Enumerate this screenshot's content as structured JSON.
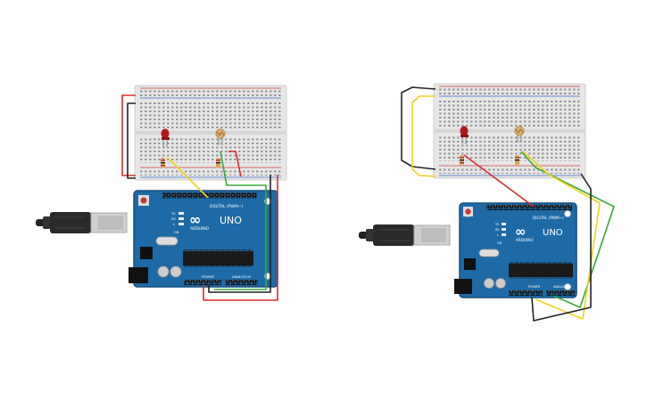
{
  "circuits": [
    {
      "board": {
        "logo": "∞",
        "model": "UNO",
        "brand": "ARDUINO",
        "digital_label": "DIGITAL (PWM~)",
        "power_label": "POWER",
        "analog_label": "ANALOG IN",
        "tx_label": "TX",
        "rx_label": "RX",
        "l_label": "L",
        "on_label": "ON"
      }
    },
    {
      "board": {
        "logo": "∞",
        "model": "UNO",
        "brand": "ARDUINO",
        "digital_label": "DIGITAL (PWM~)",
        "power_label": "POWER",
        "analog_label": "ANALOG IN",
        "tx_label": "TX",
        "rx_label": "RX",
        "l_label": "L",
        "on_label": "ON"
      }
    }
  ],
  "colors": {
    "board_blue": "#1e6aa6",
    "board_dark": "#164f7e",
    "breadboard": "#e9e9e9",
    "rail_red": "#d23c3c",
    "rail_blue": "#3c6ad2",
    "wire_red": "#d62d2d",
    "wire_black": "#222222",
    "wire_yellow": "#f0d21e",
    "wire_green": "#38a838",
    "led_red": "#b01818",
    "ldr": "#e0b070"
  }
}
